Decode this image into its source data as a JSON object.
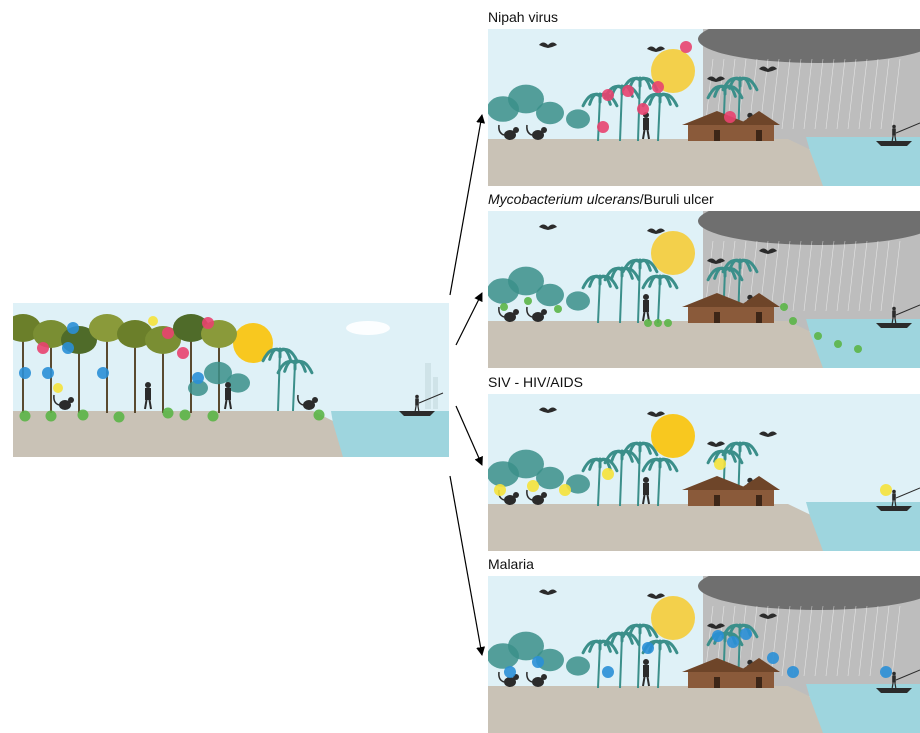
{
  "source_scene": {
    "pathogen_markers": [
      {
        "color": "#2a8fd6",
        "kind": "mosquito"
      },
      {
        "color": "#e8426f",
        "kind": "bat-virus"
      },
      {
        "color": "#f5e23a",
        "kind": "primate"
      },
      {
        "color": "#5bb547",
        "kind": "bacterium"
      }
    ]
  },
  "panels": [
    {
      "id": "nipah",
      "label": "Nipah virus",
      "label_italic": "",
      "label_rest": "",
      "marker_color": "#e8426f",
      "storm": true
    },
    {
      "id": "buruli",
      "label": "",
      "label_italic": "Mycobacterium ulcerans",
      "label_rest": "/Buruli ulcer",
      "marker_color": "#5bb547",
      "storm": true
    },
    {
      "id": "siv",
      "label": "SIV - HIV/AIDS",
      "label_italic": "",
      "label_rest": "",
      "marker_color": "#f5e23a",
      "storm": false
    },
    {
      "id": "malaria",
      "label": "Malaria",
      "label_italic": "",
      "label_rest": "",
      "marker_color": "#2a8fd6",
      "storm": true
    }
  ],
  "colors": {
    "sky": "#dff1f7",
    "ground": "#c9c2b6",
    "water": "#9ed5de",
    "vegetation": "#3b8f8a",
    "silhouette": "#2b2b2b",
    "sun": "#f8c81f",
    "storm": "#6f6f6f",
    "hut": "#8a5a3a",
    "arrow": "#000000"
  }
}
